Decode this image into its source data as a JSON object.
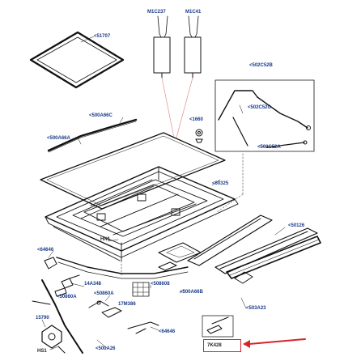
{
  "diagram": {
    "type": "exploded-parts-diagram",
    "accent_color": "#d8232a",
    "label_color": "#1a3a8a",
    "callouts": {
      "m1c237": "M1C237",
      "m1c41": "M1C41",
      "c51707": "<51707",
      "c502c52b": "<502C52B",
      "c502c52c": "<502C52C",
      "c502c52a": "<502C52A",
      "c500a66c": "<500A66C",
      "c1660": "<1660",
      "c500a66a": "<500A66A",
      "c60325": "<60325",
      "c50126": "<50126",
      "hn1": "HN1",
      "c64646": "<64646",
      "c14a348": "14A348",
      "c508608": "<508608",
      "c50860a_1": "<50860A",
      "c50860a_2": "<50860A",
      "c500a66b": "<500A66B",
      "c17m386": "17M386",
      "c503a23": "<503A23",
      "c15790": "15790",
      "c64646b": "<64646",
      "c7k428": "7K428",
      "hs1": "HS1",
      "c500a26": "<500A26"
    },
    "highlighted_part": "7K428"
  }
}
